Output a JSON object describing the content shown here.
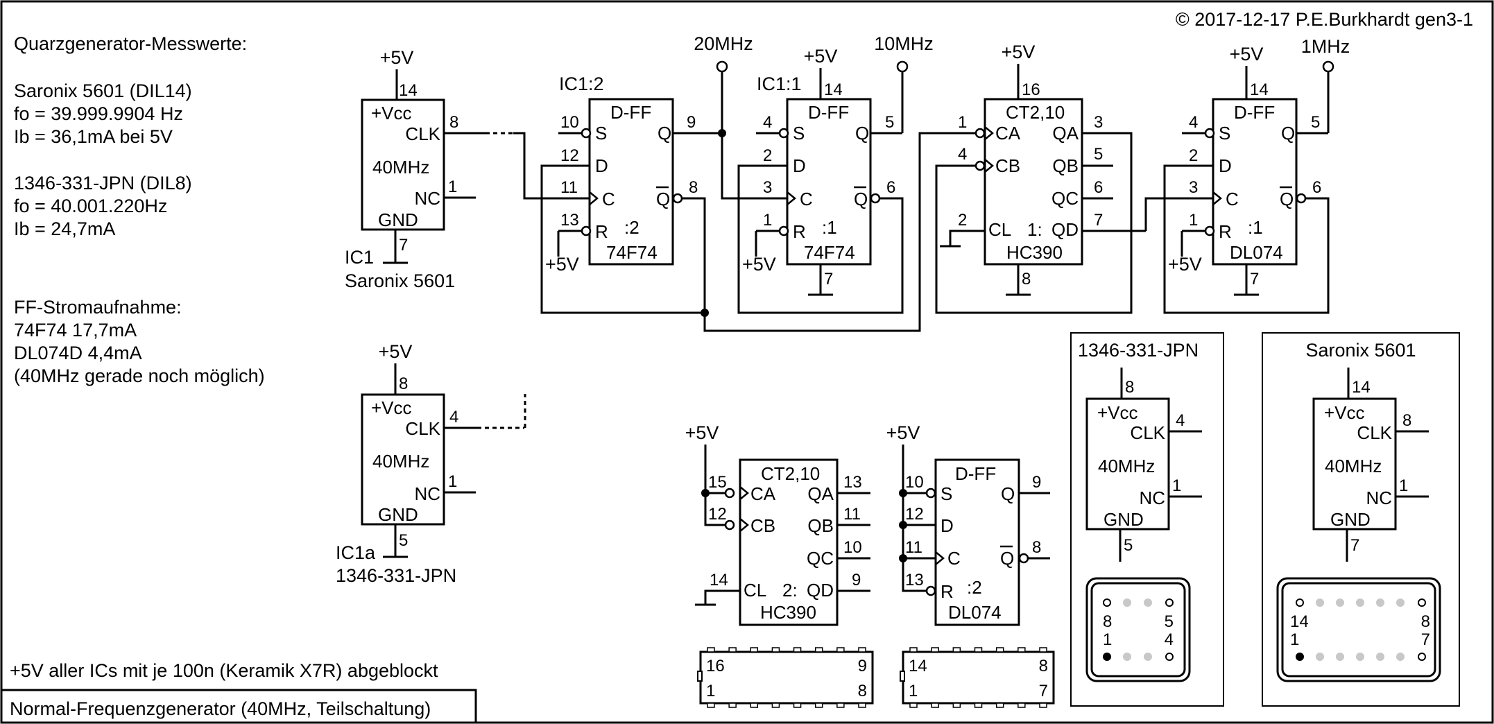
{
  "copyright": "© 2017-12-17 P.E.Burkhardt gen3-1",
  "notes": [
    "Quarzgenerator-Messwerte:",
    "Saronix 5601 (DIL14)",
    "fo = 39.999.9904 Hz",
    "Ib = 36,1mA bei 5V",
    "1346-331-JPN (DIL8)",
    "fo = 40.001.220Hz",
    "Ib = 24,7mA",
    "FF-Stromaufnahme:",
    "74F74 17,7mA",
    "DL074D 4,4mA",
    "(40MHz gerade noch möglich)"
  ],
  "decoupling_note": "+5V aller ICs mit je 100n (Keramik X7R)  abgeblockt",
  "title": "Normal-Frequenzgenerator (40MHz, Teilschaltung)",
  "power": "+5V",
  "outputs": {
    "f20": "20MHz",
    "f10": "10MHz",
    "f1": "1MHz"
  },
  "osc1": {
    "ref": "IC1",
    "part": "Saronix 5601",
    "freq": "40MHz",
    "vcc": "+Vcc",
    "clk": "CLK",
    "nc": "NC",
    "gnd": "GND",
    "pin_vcc": "14",
    "pin_clk": "8",
    "pin_nc": "1",
    "pin_gnd": "7"
  },
  "osc2": {
    "ref": "IC1a",
    "part": "1346-331-JPN",
    "freq": "40MHz",
    "vcc": "+Vcc",
    "clk": "CLK",
    "nc": "NC",
    "gnd": "GND",
    "pin_vcc": "8",
    "pin_clk": "4",
    "pin_nc": "1",
    "pin_gnd": "5"
  },
  "ff1": {
    "ref": "IC1:2",
    "type": "D-FF",
    "name": "74F74",
    "div": ":2",
    "pS": "S",
    "pD": "D",
    "pC": "C",
    "pR": "R",
    "pQ": "Q",
    "pQn": "Q",
    "nS": "10",
    "nD": "12",
    "nC": "11",
    "nR": "13",
    "nQ": "9",
    "nQn": "8"
  },
  "ff2": {
    "ref": "IC1:1",
    "type": "D-FF",
    "name": "74F74",
    "div": ":1",
    "pS": "S",
    "pD": "D",
    "pC": "C",
    "pR": "R",
    "pQ": "Q",
    "pQn": "Q",
    "nS": "4",
    "nD": "2",
    "nC": "3",
    "nR": "1",
    "nQ": "5",
    "nQn": "6",
    "nVcc": "14",
    "nGnd": "7"
  },
  "ct": {
    "type": "CT2,10",
    "name": "HC390",
    "sec": "1:",
    "pCA": "CA",
    "pCB": "CB",
    "pCL": "CL",
    "pQA": "QA",
    "pQB": "QB",
    "pQC": "QC",
    "pQD": "QD",
    "nCA": "1",
    "nCB": "4",
    "nCL": "2",
    "nQA": "3",
    "nQB": "5",
    "nQC": "6",
    "nQD": "7",
    "nVcc": "16",
    "nGnd": "8"
  },
  "ff3": {
    "type": "D-FF",
    "name": "DL074",
    "div": ":1",
    "pS": "S",
    "pD": "D",
    "pC": "C",
    "pR": "R",
    "pQ": "Q",
    "pQn": "Q",
    "nS": "4",
    "nD": "2",
    "nC": "3",
    "nR": "1",
    "nQ": "5",
    "nQn": "6",
    "nVcc": "14",
    "nGnd": "7"
  },
  "ct_b": {
    "type": "CT2,10",
    "name": "HC390",
    "sec": "2:",
    "pCA": "CA",
    "pCB": "CB",
    "pCL": "CL",
    "pQA": "QA",
    "pQB": "QB",
    "pQC": "QC",
    "pQD": "QD",
    "nCA": "15",
    "nCB": "12",
    "nCL": "14",
    "nQA": "13",
    "nQB": "11",
    "nQC": "10",
    "nQD": "9"
  },
  "ff_b": {
    "type": "D-FF",
    "name": "DL074",
    "div": ":2",
    "pS": "S",
    "pD": "D",
    "pC": "C",
    "pR": "R",
    "pQ": "Q",
    "pQn": "Q",
    "nS": "10",
    "nD": "12",
    "nC": "11",
    "nR": "13",
    "nQ": "9",
    "nQn": "8"
  },
  "dip16": {
    "tl": "16",
    "tr": "9",
    "bl": "1",
    "br": "8"
  },
  "dip14": {
    "tl": "14",
    "tr": "8",
    "bl": "1",
    "br": "7"
  },
  "pkg_a": {
    "title": "1346-331-JPN",
    "vcc": "+Vcc",
    "clk": "CLK",
    "freq": "40MHz",
    "nc": "NC",
    "gnd": "GND",
    "pin_vcc": "8",
    "pin_clk": "4",
    "pin_nc": "1",
    "pin_gnd": "5",
    "fp_tl": "8",
    "fp_tr": "5",
    "fp_bl": "1",
    "fp_br": "4"
  },
  "pkg_b": {
    "title": "Saronix 5601",
    "vcc": "+Vcc",
    "clk": "CLK",
    "freq": "40MHz",
    "nc": "NC",
    "gnd": "GND",
    "pin_vcc": "14",
    "pin_clk": "8",
    "pin_nc": "1",
    "pin_gnd": "7",
    "fp_tl": "14",
    "fp_tr": "8",
    "fp_bl": "1",
    "fp_br": "7"
  }
}
